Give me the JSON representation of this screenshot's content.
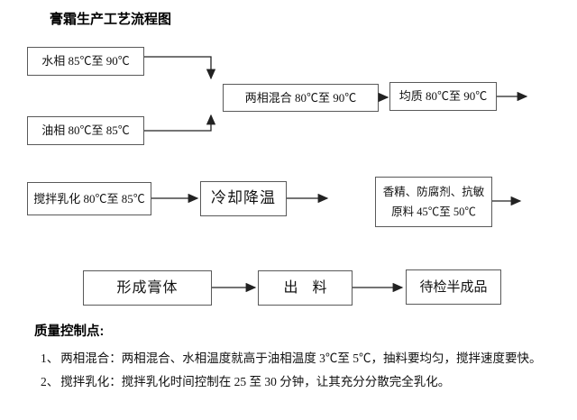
{
  "title": "膏霜生产工艺流程图",
  "flow": {
    "water_phase": "水相 85℃至 90℃",
    "oil_phase": "油相 80℃至 85℃",
    "mix": "两相混合 80℃至 90℃",
    "homogenize": "均质 80℃至 90℃",
    "stir_emulsify": "搅拌乳化 80℃至 85℃",
    "cool_down": "冷却降温",
    "additives_line1": "香精、防腐剂、抗敏",
    "additives_line2": "原料 45℃至 50℃",
    "form_cream": "形成膏体",
    "discharge": "出　料",
    "pending_semi_finished": "待检半成品"
  },
  "quality_notes": {
    "heading": "质量控制点:",
    "items": [
      {
        "num": "1、",
        "text": "两相混合：两相混合、水相温度就高于油相温度 3℃至 5℃，抽料要均匀，搅拌速度要快。"
      },
      {
        "num": "2、",
        "text": "搅拌乳化：搅拌乳化时间控制在 25 至 30 分钟，让其充分分散完全乳化。"
      }
    ]
  },
  "colors": {
    "background": "#ffffff",
    "box_border": "#595959",
    "arrow": "#222222",
    "text": "#111111"
  }
}
